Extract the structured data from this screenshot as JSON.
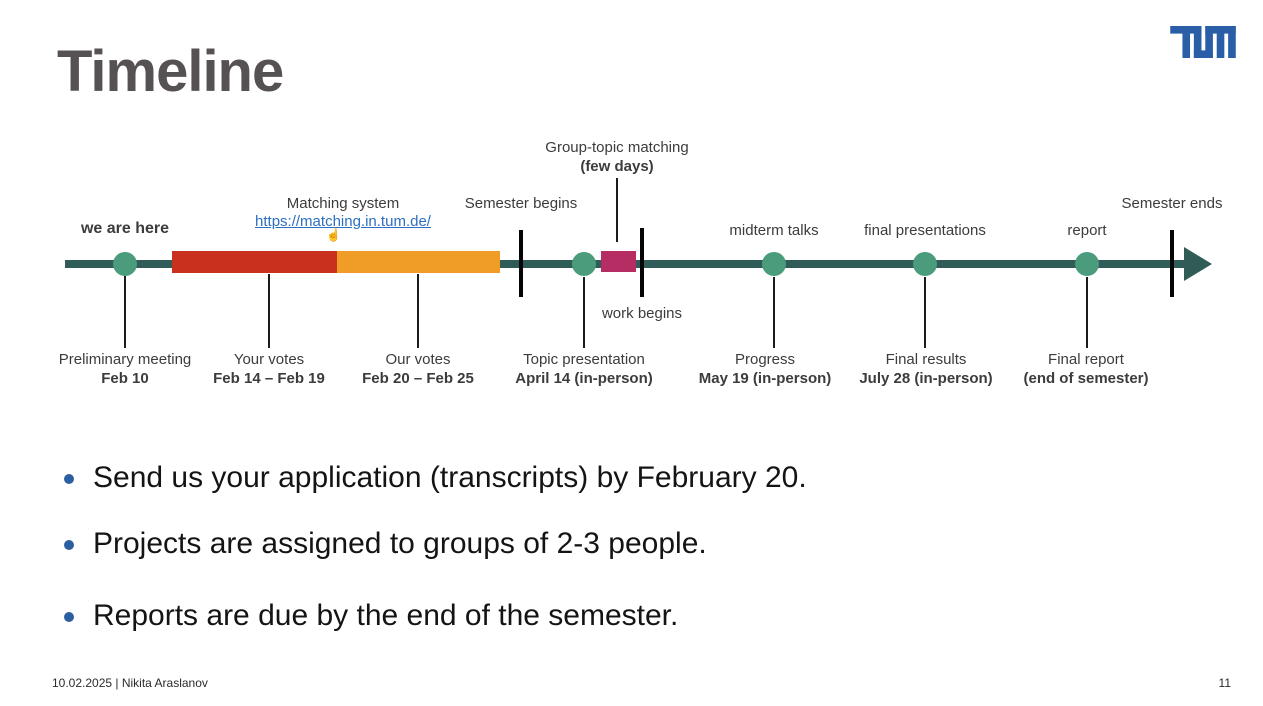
{
  "slide": {
    "title": "Timeline",
    "footer_left": "10.02.2025 | Nikita Araslanov",
    "page_number": "11"
  },
  "logo": {
    "name": "TUM",
    "color": "#2a5fa8"
  },
  "colors": {
    "timeline_line": "#305c57",
    "milestone_green": "#4a9c7c",
    "bar_red": "#c9301e",
    "bar_orange": "#ef9d26",
    "bar_magenta": "#b52d63",
    "link_blue": "#2e6fc0",
    "bullet_blue": "#2b5fa0"
  },
  "timeline": {
    "above": {
      "we_are_here": "we are here",
      "matching_system": "Matching system",
      "matching_link": "https://matching.in.tum.de/",
      "semester_begins": "Semester begins",
      "group_topic_line1": "Group-topic matching",
      "group_topic_line2": "(few days)",
      "work_begins": "work begins",
      "midterm_talks": "midterm talks",
      "final_presentations": "final presentations",
      "report": "report",
      "semester_ends": "Semester ends"
    },
    "below": [
      {
        "title": "Preliminary meeting",
        "date": "Feb 10"
      },
      {
        "title": "Your votes",
        "date": "Feb 14 – Feb 19"
      },
      {
        "title": "Our votes",
        "date": "Feb 20 – Feb 25"
      },
      {
        "title": "Topic presentation",
        "date": "April 14 (in-person)"
      },
      {
        "title": "Progress",
        "date": "May 19 (in-person)"
      },
      {
        "title": "Final results",
        "date": "July 28 (in-person)"
      },
      {
        "title": "Final report",
        "date": "(end of semester)"
      }
    ]
  },
  "bullets": [
    "Send us your application (transcripts) by February 20.",
    "Projects are assigned to groups of 2-3 people.",
    "Reports are due by the end of the semester."
  ]
}
